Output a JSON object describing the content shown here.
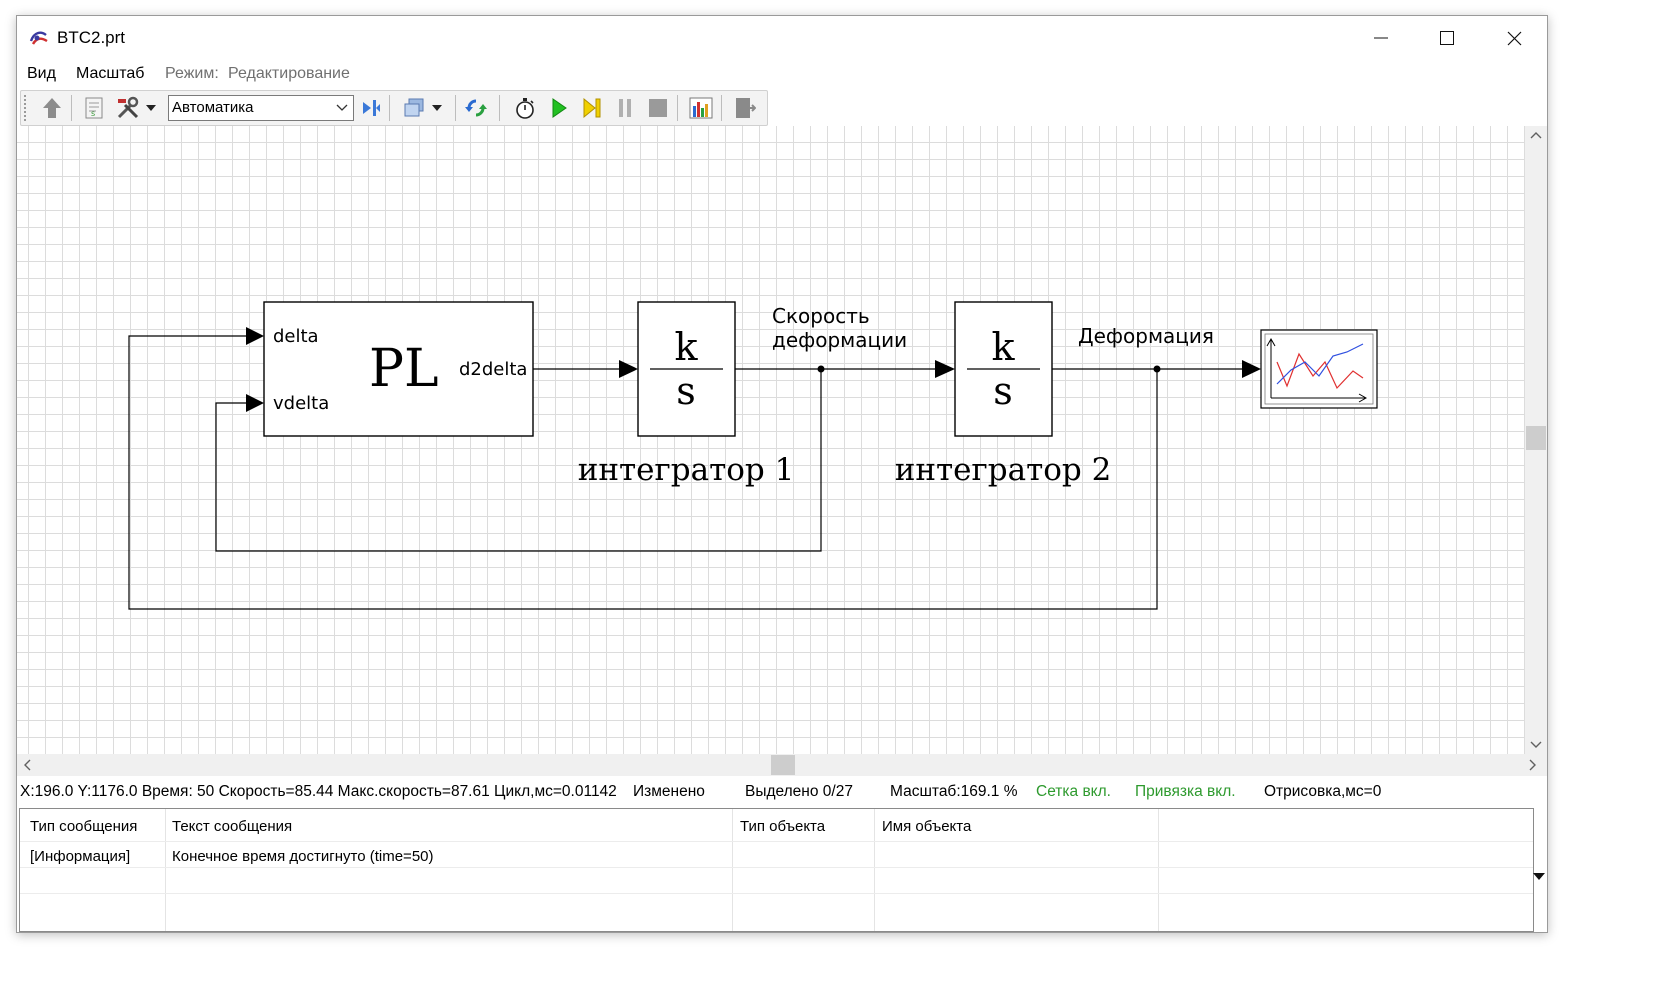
{
  "window": {
    "title": "BTC2.prt"
  },
  "menu": {
    "items": [
      "Вид",
      "Масштаб"
    ],
    "mode_label": "Режим:",
    "mode_value": "Редактирование"
  },
  "toolbar": {
    "combo_value": "Автоматика",
    "buttons": [
      "up-arrow-icon",
      "document-icon",
      "tools-icon",
      "dropdown-icon",
      "step-icon",
      "layers-icon",
      "refresh-icon",
      "stopwatch-icon",
      "play-icon",
      "step-forward-icon",
      "pause-icon",
      "stop-icon",
      "bar-chart-icon",
      "exit-icon"
    ]
  },
  "diagram": {
    "pl_block": {
      "title": "PL",
      "inputs": [
        "delta",
        "vdelta"
      ],
      "output": "d2delta"
    },
    "integrator1": {
      "numerator": "k",
      "denominator": "s",
      "caption": "интегратор 1"
    },
    "integrator2": {
      "numerator": "k",
      "denominator": "s",
      "caption": "интегратор 2"
    },
    "signal_velocity": [
      "Скорость",
      "деформации"
    ],
    "signal_deformation": "Деформация",
    "plot_block": "plot-icon"
  },
  "status": {
    "coords_time": "X:196.0  Y:1176.0 Время: 50 Скорость=85.44 Макс.скорость=87.61 Цикл,мс=0.01142",
    "changed": "Изменено",
    "selected": "Выделено 0/27",
    "scale": "Масштаб:169.1 %",
    "grid": "Сетка вкл.",
    "snap": "Привязка вкл.",
    "render": "Отрисовка,мс=0"
  },
  "messages": {
    "headers": [
      "Тип сообщения",
      "Текст сообщения",
      "Тип объекта",
      "Имя объекта"
    ],
    "rows": [
      [
        "[Информация]",
        "Конечное время достигнуто (time=50)",
        "",
        ""
      ]
    ]
  },
  "colors": {
    "grid": "#dcdcdc",
    "status_green": "#2e9a2e",
    "plot_red": "#e03030",
    "plot_blue": "#3050e0"
  }
}
